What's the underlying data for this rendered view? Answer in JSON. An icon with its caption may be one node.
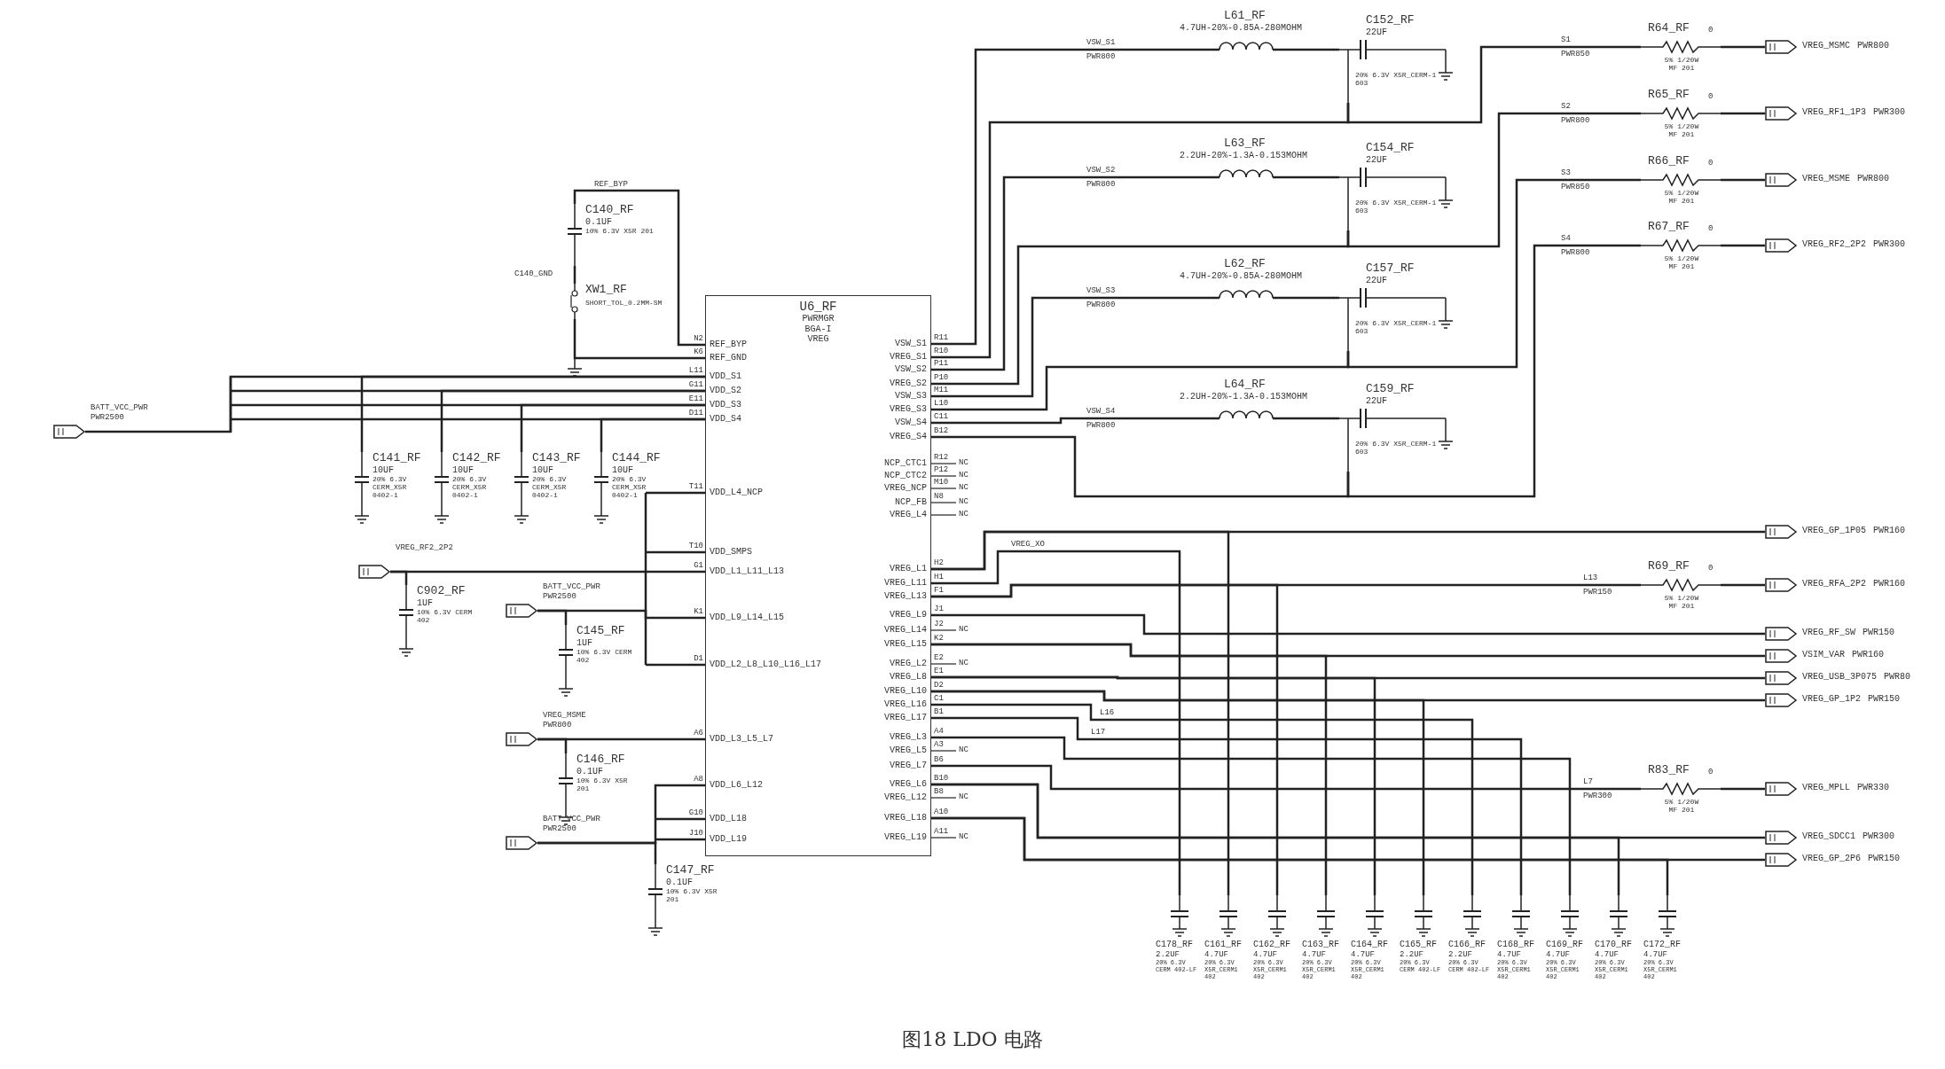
{
  "diagram": {
    "caption": "图18 LDO 电路",
    "nodes": [
      {
        "text": [
          "U6_RF",
          "PWRMGR",
          "BGA-I",
          "VREG"
        ]
      },
      {
        "text": [
          "C140_RF",
          "0.1UF",
          "10% 6.3V X5R 201"
        ]
      },
      {
        "text": [
          "XW1_RF",
          "SHORT_TOL_0.2MM-SM"
        ]
      },
      {
        "text": [],
        "shape": "box",
        "beside": [
          "BATT_VCC_PWR",
          "PWR2500"
        ]
      },
      {
        "text": [
          "C141_RF",
          "10UF",
          "20% 6.3V CERM_X5R 0402-1"
        ]
      },
      {
        "text": [
          "C142_RF",
          "10UF",
          "20% 6.3V CERM_X5R 0402-1"
        ]
      },
      {
        "text": [
          "C143_RF",
          "10UF",
          "20% 6.3V CERM_X5R 0402-1"
        ]
      },
      {
        "text": [
          "C144_RF",
          "10UF",
          "20% 6.3V CERM_X5R 0402-1"
        ]
      },
      {
        "text": [],
        "shape": "box",
        "beside": [
          "VREG_RF2_2P2"
        ]
      },
      {
        "text": [
          "C902_RF",
          "1UF",
          "10% 6.3V CERM 402"
        ]
      },
      {
        "text": [],
        "shape": "box",
        "beside": [
          "BATT_VCC_PWR",
          "PWR2500"
        ]
      },
      {
        "text": [
          "C145_RF",
          "1UF",
          "10% 6.3V CERM 402"
        ]
      },
      {
        "text": [],
        "shape": "box",
        "beside": [
          "VREG_MSME",
          "PWR800"
        ]
      },
      {
        "text": [
          "C146_RF",
          "0.1UF",
          "10% 6.3V X5R 201"
        ]
      },
      {
        "text": [],
        "shape": "box",
        "beside": [
          "BATT_VCC_PWR",
          "PWR2500"
        ]
      },
      {
        "text": [
          "C147_RF",
          "0.1UF",
          "10% 6.3V X5R 201"
        ]
      },
      {
        "text": [
          "L61_RF",
          "4.7UH-20%-0.85A-280MOHM"
        ]
      },
      {
        "text": [
          "C152_RF",
          "22UF",
          "20% 6.3V X5R_CERM-1 603"
        ]
      },
      {
        "text": [
          "L63_RF",
          "2.2UH-20%-1.3A-0.153MOHM"
        ]
      },
      {
        "text": [
          "C154_RF",
          "22UF",
          "20% 6.3V X5R_CERM-1 603"
        ]
      },
      {
        "text": [
          "L62_RF",
          "4.7UH-20%-0.85A-280MOHM"
        ]
      },
      {
        "text": [
          "C157_RF",
          "22UF",
          "20% 6.3V X5R_CERM-1 603"
        ]
      },
      {
        "text": [
          "L64_RF",
          "2.2UH-20%-1.3A-0.153MOHM"
        ]
      },
      {
        "text": [
          "C159_RF",
          "22UF",
          "20% 6.3V X5R_CERM-1 603"
        ]
      },
      {
        "text": [
          "R64_RF",
          "0",
          "5% 1/20W MF 201"
        ]
      },
      {
        "text": [],
        "shape": "box",
        "beside": [
          "VREG_MSMC",
          "PWR800"
        ]
      },
      {
        "text": [
          "R65_RF",
          "0",
          "5% 1/20W MF 201"
        ]
      },
      {
        "text": [],
        "shape": "box",
        "beside": [
          "VREG_RF1_1P3",
          "PWR300"
        ]
      },
      {
        "text": [
          "R66_RF",
          "0",
          "5% 1/20W MF 201"
        ]
      },
      {
        "text": [],
        "shape": "box",
        "beside": [
          "VREG_MSME",
          "PWR800"
        ]
      },
      {
        "text": [
          "R67_RF",
          "0",
          "5% 1/20W MF 201"
        ]
      },
      {
        "text": [],
        "shape": "box",
        "beside": [
          "VREG_RF2_2P2",
          "PWR300"
        ]
      },
      {
        "text": [],
        "shape": "box",
        "beside": [
          "VREG_GP_1P05",
          "PWR160"
        ]
      },
      {
        "text": [
          "R69_RF",
          "0",
          "5% 1/20W MF 201"
        ]
      },
      {
        "text": [],
        "shape": "box",
        "beside": [
          "VREG_RFA_2P2",
          "PWR160"
        ]
      },
      {
        "text": [],
        "shape": "box",
        "beside": [
          "VREG_RF_SW",
          "PWR150"
        ]
      },
      {
        "text": [],
        "shape": "box",
        "beside": [
          "VSIM_VAR",
          "PWR160"
        ]
      },
      {
        "text": [],
        "shape": "box",
        "beside": [
          "VREG_USB_3P075",
          "PWR80"
        ]
      },
      {
        "text": [],
        "shape": "box",
        "beside": [
          "VREG_GP_1P2",
          "PWR150"
        ]
      },
      {
        "text": [
          "R83_RF",
          "0",
          "5% 1/20W MF 201"
        ]
      },
      {
        "text": [],
        "shape": "box",
        "beside": [
          "VREG_MPLL",
          "PWR330"
        ]
      },
      {
        "text": [],
        "shape": "box",
        "beside": [
          "VREG_SDCC1",
          "PWR300"
        ]
      },
      {
        "text": [],
        "shape": "box",
        "beside": [
          "VREG_GP_2P6",
          "PWR150"
        ]
      },
      {
        "text": [
          "C178_RF",
          "2.2UF",
          "20% 6.3V CERM 402-LF"
        ]
      },
      {
        "text": [
          "C161_RF",
          "4.7UF",
          "20% 6.3V X5R_CERM1 402"
        ]
      },
      {
        "text": [
          "C162_RF",
          "4.7UF",
          "20% 6.3V X5R_CERM1 402"
        ]
      },
      {
        "text": [
          "C163_RF",
          "4.7UF",
          "20% 6.3V X5R_CERM1 402"
        ]
      },
      {
        "text": [
          "C164_RF",
          "4.7UF",
          "20% 6.3V X5R_CERM1 402"
        ]
      },
      {
        "text": [
          "C165_RF",
          "2.2UF",
          "20% 6.3V CERM 402-LF"
        ]
      },
      {
        "text": [
          "C166_RF",
          "2.2UF",
          "20% 6.3V CERM 402-LF"
        ]
      },
      {
        "text": [
          "C168_RF",
          "4.7UF",
          "20% 6.3V X5R_CERM1 402"
        ]
      },
      {
        "text": [
          "C169_RF",
          "4.7UF",
          "20% 6.3V X5R_CERM1 402"
        ]
      },
      {
        "text": [
          "C170_RF",
          "4.7UF",
          "20% 6.3V X5R_CERM1 402"
        ]
      },
      {
        "text": [
          "C172_RF",
          "4.7UF",
          "20% 6.3V X5R_CERM1 402"
        ]
      }
    ],
    "edges": [
      {
        "from": 1,
        "to": 0,
        "arrow": "none"
      },
      {
        "from": 1,
        "to": 2,
        "arrow": "none"
      },
      {
        "from": 2,
        "to": 0,
        "arrow": "none"
      },
      {
        "from": 3,
        "to": 0,
        "arrow": "none"
      },
      {
        "from": 4,
        "to": 0,
        "arrow": "none"
      },
      {
        "from": 5,
        "to": 0,
        "arrow": "none"
      },
      {
        "from": 6,
        "to": 0,
        "arrow": "none"
      },
      {
        "from": 7,
        "to": 0,
        "arrow": "none"
      },
      {
        "from": 8,
        "to": 0,
        "arrow": "none"
      },
      {
        "from": 9,
        "to": 8,
        "arrow": "none"
      },
      {
        "from": 10,
        "to": 0,
        "arrow": "none"
      },
      {
        "from": 11,
        "to": 10,
        "arrow": "none"
      },
      {
        "from": 12,
        "to": 0,
        "arrow": "none"
      },
      {
        "from": 13,
        "to": 12,
        "arrow": "none"
      },
      {
        "from": 14,
        "to": 0,
        "arrow": "none"
      },
      {
        "from": 15,
        "to": 14,
        "arrow": "none"
      },
      {
        "from": 0,
        "to": 16,
        "arrow": "none"
      },
      {
        "from": 16,
        "to": 17,
        "arrow": "none"
      },
      {
        "from": 0,
        "to": 17,
        "arrow": "none"
      },
      {
        "from": 17,
        "to": 24,
        "arrow": "none"
      },
      {
        "from": 24,
        "to": 25,
        "arrow": "none"
      },
      {
        "from": 0,
        "to": 18,
        "arrow": "none"
      },
      {
        "from": 18,
        "to": 19,
        "arrow": "none"
      },
      {
        "from": 0,
        "to": 19,
        "arrow": "none"
      },
      {
        "from": 19,
        "to": 26,
        "arrow": "none"
      },
      {
        "from": 26,
        "to": 27,
        "arrow": "none"
      },
      {
        "from": 0,
        "to": 20,
        "arrow": "none"
      },
      {
        "from": 20,
        "to": 21,
        "arrow": "none"
      },
      {
        "from": 0,
        "to": 21,
        "arrow": "none"
      },
      {
        "from": 21,
        "to": 28,
        "arrow": "none"
      },
      {
        "from": 28,
        "to": 29,
        "arrow": "none"
      },
      {
        "from": 0,
        "to": 22,
        "arrow": "none"
      },
      {
        "from": 22,
        "to": 23,
        "arrow": "none"
      },
      {
        "from": 0,
        "to": 23,
        "arrow": "none"
      },
      {
        "from": 23,
        "to": 30,
        "arrow": "none"
      },
      {
        "from": 30,
        "to": 31,
        "arrow": "none"
      },
      {
        "from": 0,
        "to": 32,
        "arrow": "none"
      },
      {
        "from": 0,
        "to": 33,
        "arrow": "none"
      },
      {
        "from": 33,
        "to": 34,
        "arrow": "none"
      },
      {
        "from": 0,
        "to": 35,
        "arrow": "none"
      },
      {
        "from": 0,
        "to": 36,
        "arrow": "none"
      },
      {
        "from": 0,
        "to": 37,
        "arrow": "none"
      },
      {
        "from": 0,
        "to": 38,
        "arrow": "none"
      },
      {
        "from": 0,
        "to": 39,
        "arrow": "none"
      },
      {
        "from": 39,
        "to": 40,
        "arrow": "none"
      },
      {
        "from": 0,
        "to": 41,
        "arrow": "none"
      },
      {
        "from": 0,
        "to": 42,
        "arrow": "none"
      },
      {
        "from": 43,
        "to": 0,
        "arrow": "none"
      },
      {
        "from": 44,
        "to": 0,
        "arrow": "none"
      },
      {
        "from": 45,
        "to": 0,
        "arrow": "none"
      },
      {
        "from": 46,
        "to": 0,
        "arrow": "none"
      },
      {
        "from": 47,
        "to": 0,
        "arrow": "none"
      },
      {
        "from": 48,
        "to": 0,
        "arrow": "none"
      },
      {
        "from": 49,
        "to": 0,
        "arrow": "none"
      },
      {
        "from": 50,
        "to": 0,
        "arrow": "none"
      },
      {
        "from": 51,
        "to": 0,
        "arrow": "none"
      },
      {
        "from": 52,
        "to": 0,
        "arrow": "none"
      },
      {
        "from": 53,
        "to": 0,
        "arrow": "none"
      }
    ],
    "labels": [
      "N2",
      "REF_BYP",
      "K6",
      "REF_GND",
      "L11",
      "VDD_S1",
      "G11",
      "VDD_S2",
      "E11",
      "VDD_S3",
      "D11",
      "VDD_S4",
      "T11",
      "VDD_L4_NCP",
      "T10",
      "VDD_SMPS",
      "G1",
      "VDD_L1_L11_L13",
      "K1",
      "VDD_L9_L14_L15",
      "D1",
      "VDD_L2_L8_L10_L16_L17",
      "A6",
      "VDD_L3_L5_L7",
      "A8",
      "VDD_L6_L12",
      "G10",
      "VDD_L18",
      "J10",
      "VDD_L19",
      "VSW_S1",
      "R11",
      "VREG_S1",
      "R10",
      "VSW_S2",
      "P11",
      "VREG_S2",
      "P10",
      "VSW_S3",
      "M11",
      "VREG_S3",
      "L10",
      "VSW_S4",
      "C11",
      "VREG_S4",
      "B12",
      "NCP_CTC1",
      "R12",
      "NCP_CTC2",
      "P12",
      "VREG_NCP",
      "M10",
      "NCP_FB",
      "N8",
      "VREG_L4",
      "VREG_L1",
      "H2",
      "VREG_L11",
      "H1",
      "VREG_L13",
      "F1",
      "VREG_L9",
      "J1",
      "VREG_L14",
      "J2",
      "VREG_L15",
      "K2",
      "VREG_L2",
      "E2",
      "VREG_L8",
      "E1",
      "VREG_L10",
      "D2",
      "VREG_L16",
      "C1",
      "VREG_L17",
      "B1",
      "VREG_L3",
      "A4",
      "VREG_L5",
      "A3",
      "VREG_L7",
      "B6",
      "VREG_L6",
      "B10",
      "VREG_L12",
      "B8",
      "VREG_L18",
      "A10",
      "VREG_L19",
      "A11",
      "NC",
      "NC",
      "NC",
      "NC",
      "NC",
      "NC",
      "NC",
      "NC",
      "NC",
      "NC",
      "REF_BYP",
      "C140_GND",
      "VSW_S1",
      "PWR800",
      "VSW_S2",
      "PWR800",
      "VSW_S3",
      "PWR800",
      "VSW_S4",
      "PWR800",
      "VREG_XO",
      "L16",
      "L17",
      "S1",
      "PWR850",
      "S2",
      "PWR800",
      "S3",
      "PWR850",
      "S4",
      "PWR800",
      "L13",
      "PWR150",
      "L7",
      "PWR300"
    ]
  }
}
